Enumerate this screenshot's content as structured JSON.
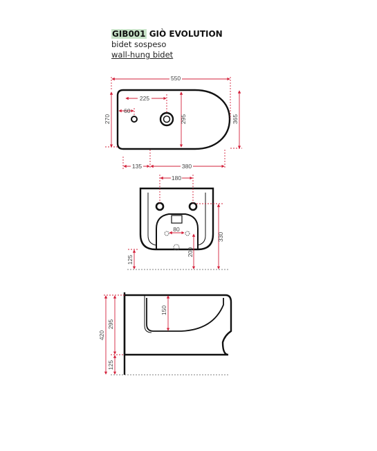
{
  "header": {
    "code": "GIB001",
    "name": "GIÒ EVOLUTION",
    "subtitle_it": "bidet sospeso",
    "subtitle_en": "wall-hung bidet"
  },
  "colors": {
    "dimension": "#d3203a",
    "outline": "#111111",
    "highlight": "#c9e3c9"
  },
  "top_view": {
    "overall_width": "550",
    "to_drain": "225",
    "tap_offset": "60",
    "depth": "270",
    "drain_depth": "295",
    "overall_length": "365",
    "rear_offset": "135",
    "fixing_distance": "380"
  },
  "front_view": {
    "fixing_centres": "180",
    "drain_span": "80",
    "fixing_height": "330",
    "drain_height": "200",
    "floor_offset": "125"
  },
  "side_view": {
    "total_height": "420",
    "bowl_height": "295",
    "rim_to_outlet": "150",
    "floor_offset": "125"
  }
}
